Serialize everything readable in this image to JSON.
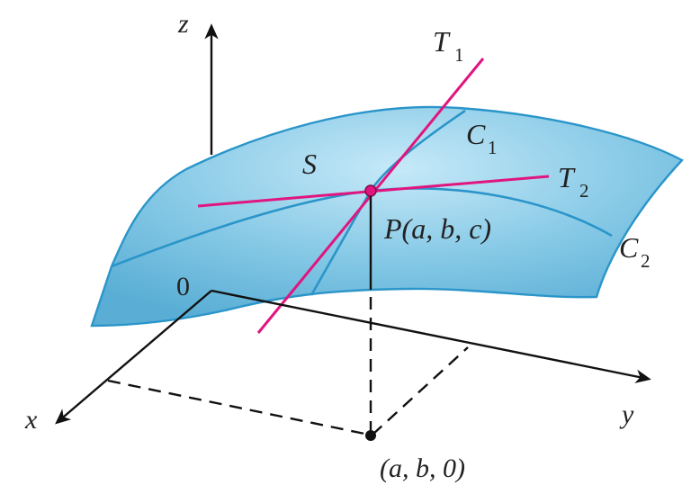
{
  "labels": {
    "z_axis": "z",
    "x_axis": "x",
    "y_axis": "y",
    "origin": "0",
    "surface": "S",
    "curve1": "C",
    "curve1_sub": "1",
    "curve2": "C",
    "curve2_sub": "2",
    "tangent1": "T",
    "tangent1_sub": "1",
    "tangent2": "T",
    "tangent2_sub": "2",
    "point": "P(a, b, c)",
    "base_point": "(a, b, 0)"
  },
  "colors": {
    "surface_fill": "#7cc3e3",
    "surface_edge": "#2b95c9",
    "tangent_lines": "#e0157f",
    "axes": "#111111"
  }
}
